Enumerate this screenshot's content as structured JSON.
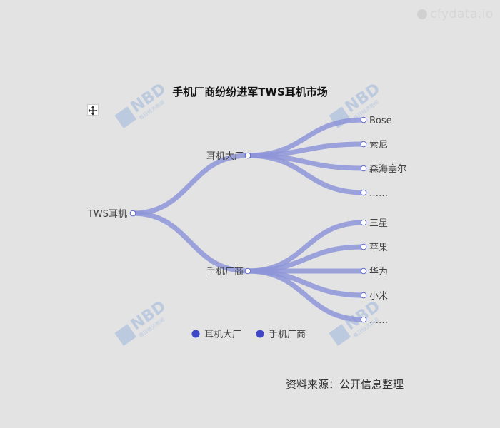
{
  "title": "手机厂商纷纷进军TWS耳机市场",
  "source": "资料来源：公开信息整理",
  "watermark_top": "cfydata.io",
  "watermark_logo_text": "NBD",
  "watermark_sub_text": "每日经济新闻",
  "colors": {
    "link": "#8e95d8",
    "node_fill": "#ffffff",
    "node_stroke": "#5b63c8",
    "legend_dot": "#3f47c9",
    "label": "#444444",
    "watermark": "#9db6dc"
  },
  "tree": {
    "root": {
      "label": "TWS耳机"
    },
    "groups": [
      {
        "label": "耳机大厂",
        "children": [
          "Bose",
          "索尼",
          "森海塞尔",
          "……"
        ]
      },
      {
        "label": "手机厂商",
        "children": [
          "三星",
          "苹果",
          "华为",
          "小米",
          "……"
        ]
      }
    ]
  },
  "legend": [
    {
      "label": "耳机大厂",
      "color": "#3f47c9"
    },
    {
      "label": "手机厂商",
      "color": "#3f47c9"
    }
  ]
}
